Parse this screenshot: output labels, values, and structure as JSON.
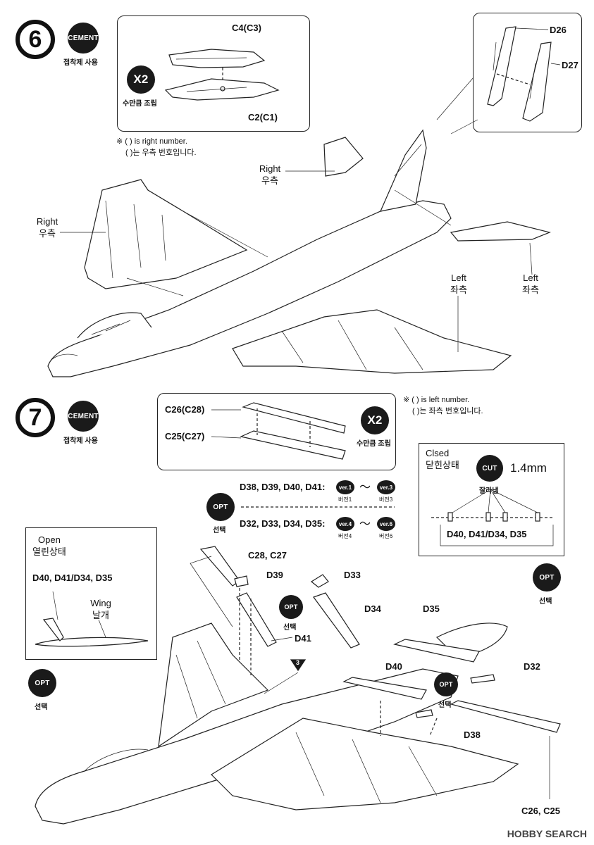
{
  "step6": {
    "number": "6",
    "cement_badge": "CEMENT",
    "cement_caption": "접착제 사용",
    "inset": {
      "part_top": "C4(C3)",
      "part_bottom": "C2(C1)",
      "x2_badge": "X2",
      "x2_caption": "수만큼 조립"
    },
    "note_en": "※ ( ) is right number.",
    "note_ko": "( )는 우측 번호입니다.",
    "tail_inset": {
      "part_a": "D26",
      "part_b": "D27"
    },
    "labels": {
      "right_tail_en": "Right",
      "right_tail_ko": "우측",
      "right_wing_en": "Right",
      "right_wing_ko": "우측",
      "left_wing_en": "Left",
      "left_wing_ko": "좌측",
      "left_tail_en": "Left",
      "left_tail_ko": "좌측"
    }
  },
  "step7": {
    "number": "7",
    "cement_badge": "CEMENT",
    "cement_caption": "접착제 사용",
    "inset": {
      "part_top": "C26(C28)",
      "part_bottom": "C25(C27)",
      "x2_badge": "X2",
      "x2_caption": "수만큼 조립"
    },
    "note_en": "※ ( ) is left number.",
    "note_ko": "( )는 좌측 번호입니다.",
    "options": {
      "opt_badge": "OPT",
      "opt_caption": "선택",
      "row1_parts": "D38, D39, D40, D41:",
      "row1_from": "ver.1",
      "row1_from_cap": "버전1",
      "row1_to": "ver.3",
      "row1_to_cap": "버전3",
      "row2_parts": "D32, D33, D34, D35:",
      "row2_from": "ver.4",
      "row2_from_cap": "버전4",
      "row2_to": "ver.6",
      "row2_to_cap": "버전6",
      "tilde": "～"
    },
    "closed_box": {
      "title_en": "Clsed",
      "title_ko": "닫힌상태",
      "cut_badge": "CUT",
      "cut_caption": "잘라냄",
      "dimension": "1.4mm",
      "parts": "D40, D41/D34, D35"
    },
    "open_box": {
      "title_en": "Open",
      "title_ko": "열린상태",
      "parts": "D40, D41/D34, D35",
      "wing_en": "Wing",
      "wing_ko": "날개"
    },
    "opt_right": {
      "badge": "OPT",
      "caption": "선택"
    },
    "opt_left": {
      "badge": "OPT",
      "caption": "선택"
    },
    "opt_mid": {
      "badge": "OPT",
      "caption": "선택"
    },
    "opt_small": {
      "badge": "OPT",
      "caption": "선택"
    },
    "parts": {
      "c28_c27": "C28, C27",
      "d39": "D39",
      "d33": "D33",
      "d34": "D34",
      "d41": "D41",
      "d35": "D35",
      "d32": "D32",
      "d40": "D40",
      "d38": "D38",
      "c26_c25": "C26, C25",
      "ref3": "3"
    }
  },
  "watermark": "HOBBY SEARCH"
}
